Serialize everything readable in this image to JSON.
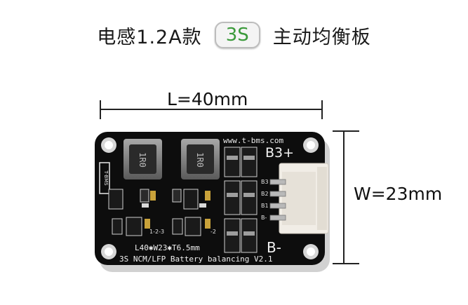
{
  "title": {
    "left": "电感1.2A款",
    "badge": "3S",
    "right": "主动均衡板"
  },
  "dimensions": {
    "length_label": "L=40mm",
    "width_label": "W=23mm"
  },
  "board": {
    "website": "www.t-bms.com",
    "inductor_label": "1R0",
    "terminal_top": "B3+",
    "terminal_bottom": "B-",
    "connector_pins": [
      "B3",
      "B2",
      "B1",
      "B-"
    ],
    "size_marking": "L40✱W23✱T6.5mm",
    "product_marking": "3S NCM/LFP Battery balancing V2.1",
    "side_marking": "T-BMS",
    "cell_label_1": "1-2-3",
    "cell_label_2": "-2",
    "colors": {
      "pcb": "#0d0d0d",
      "connector": "#f1ede6",
      "badge_text": "#3a9a3a"
    }
  }
}
